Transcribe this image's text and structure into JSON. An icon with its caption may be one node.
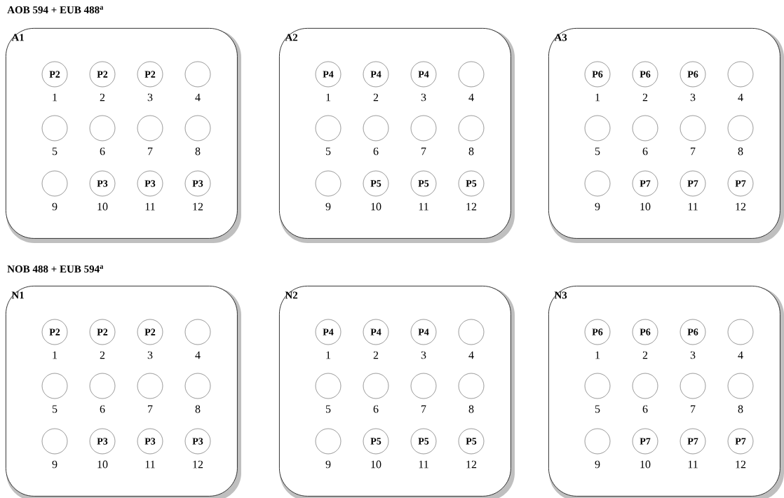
{
  "diagram": {
    "nodes": [
      {
        "text": [
          "A1"
        ]
      },
      {
        "text": [
          "P2"
        ],
        "in": 0,
        "beside": [
          "1"
        ]
      },
      {
        "text": [
          "P2"
        ],
        "in": 0,
        "beside": [
          "2"
        ]
      },
      {
        "text": [
          "P2"
        ],
        "in": 0,
        "beside": [
          "3"
        ]
      },
      {
        "text": [],
        "shape": "circle",
        "in": 0,
        "beside": [
          "4"
        ]
      },
      {
        "text": [],
        "shape": "circle",
        "in": 0,
        "beside": [
          "5"
        ]
      },
      {
        "text": [],
        "shape": "circle",
        "in": 0,
        "beside": [
          "6"
        ]
      },
      {
        "text": [],
        "shape": "circle",
        "in": 0,
        "beside": [
          "7"
        ]
      },
      {
        "text": [],
        "shape": "circle",
        "in": 0,
        "beside": [
          "8"
        ]
      },
      {
        "text": [],
        "shape": "circle",
        "in": 0,
        "beside": [
          "9"
        ]
      },
      {
        "text": [
          "P3"
        ],
        "in": 0,
        "beside": [
          "10"
        ]
      },
      {
        "text": [
          "P3"
        ],
        "in": 0,
        "beside": [
          "11"
        ]
      },
      {
        "text": [
          "P3"
        ],
        "in": 0,
        "beside": [
          "12"
        ]
      },
      {
        "text": [
          "A2"
        ]
      },
      {
        "text": [
          "P4"
        ],
        "in": 13,
        "beside": [
          "1"
        ]
      },
      {
        "text": [
          "P4"
        ],
        "in": 13,
        "beside": [
          "2"
        ]
      },
      {
        "text": [
          "P4"
        ],
        "in": 13,
        "beside": [
          "3"
        ]
      },
      {
        "text": [],
        "shape": "circle",
        "in": 13,
        "beside": [
          "4"
        ]
      },
      {
        "text": [],
        "shape": "circle",
        "in": 13,
        "beside": [
          "5"
        ]
      },
      {
        "text": [],
        "shape": "circle",
        "in": 13,
        "beside": [
          "6"
        ]
      },
      {
        "text": [],
        "shape": "circle",
        "in": 13,
        "beside": [
          "7"
        ]
      },
      {
        "text": [],
        "shape": "circle",
        "in": 13,
        "beside": [
          "8"
        ]
      },
      {
        "text": [],
        "shape": "circle",
        "in": 13,
        "beside": [
          "9"
        ]
      },
      {
        "text": [
          "P5"
        ],
        "in": 13,
        "beside": [
          "10"
        ]
      },
      {
        "text": [
          "P5"
        ],
        "in": 13,
        "beside": [
          "11"
        ]
      },
      {
        "text": [
          "P5"
        ],
        "in": 13,
        "beside": [
          "12"
        ]
      },
      {
        "text": [
          "A3"
        ]
      },
      {
        "text": [
          "P6"
        ],
        "in": 26,
        "beside": [
          "1"
        ]
      },
      {
        "text": [
          "P6"
        ],
        "in": 26,
        "beside": [
          "2"
        ]
      },
      {
        "text": [
          "P6"
        ],
        "in": 26,
        "beside": [
          "3"
        ]
      },
      {
        "text": [],
        "shape": "circle",
        "in": 26,
        "beside": [
          "4"
        ]
      },
      {
        "text": [],
        "shape": "circle",
        "in": 26,
        "beside": [
          "5"
        ]
      },
      {
        "text": [],
        "shape": "circle",
        "in": 26,
        "beside": [
          "6"
        ]
      },
      {
        "text": [],
        "shape": "circle",
        "in": 26,
        "beside": [
          "7"
        ]
      },
      {
        "text": [],
        "shape": "circle",
        "in": 26,
        "beside": [
          "8"
        ]
      },
      {
        "text": [],
        "shape": "circle",
        "in": 26,
        "beside": [
          "9"
        ]
      },
      {
        "text": [
          "P7"
        ],
        "in": 26,
        "beside": [
          "10"
        ]
      },
      {
        "text": [
          "P7"
        ],
        "in": 26,
        "beside": [
          "11"
        ]
      },
      {
        "text": [
          "P7"
        ],
        "in": 26,
        "beside": [
          "12"
        ]
      },
      {
        "text": [
          "N1"
        ]
      },
      {
        "text": [
          "P2"
        ],
        "in": 39,
        "beside": [
          "1"
        ]
      },
      {
        "text": [
          "P2"
        ],
        "in": 39,
        "beside": [
          "2"
        ]
      },
      {
        "text": [
          "P2"
        ],
        "in": 39,
        "beside": [
          "3"
        ]
      },
      {
        "text": [],
        "shape": "circle",
        "in": 39,
        "beside": [
          "4"
        ]
      },
      {
        "text": [],
        "shape": "circle",
        "in": 39,
        "beside": [
          "5"
        ]
      },
      {
        "text": [],
        "shape": "circle",
        "in": 39,
        "beside": [
          "6"
        ]
      },
      {
        "text": [],
        "shape": "circle",
        "in": 39,
        "beside": [
          "7"
        ]
      },
      {
        "text": [],
        "shape": "circle",
        "in": 39,
        "beside": [
          "8"
        ]
      },
      {
        "text": [],
        "shape": "circle",
        "in": 39,
        "beside": [
          "9"
        ]
      },
      {
        "text": [
          "P3"
        ],
        "in": 39,
        "beside": [
          "10"
        ]
      },
      {
        "text": [
          "P3"
        ],
        "in": 39,
        "beside": [
          "11"
        ]
      },
      {
        "text": [
          "P3"
        ],
        "in": 39,
        "beside": [
          "12"
        ]
      },
      {
        "text": [
          "N2"
        ]
      },
      {
        "text": [
          "P4"
        ],
        "in": 52,
        "beside": [
          "1"
        ]
      },
      {
        "text": [
          "P4"
        ],
        "in": 52,
        "beside": [
          "2"
        ]
      },
      {
        "text": [
          "P4"
        ],
        "in": 52,
        "beside": [
          "3"
        ]
      },
      {
        "text": [],
        "shape": "circle",
        "in": 52,
        "beside": [
          "4"
        ]
      },
      {
        "text": [],
        "shape": "circle",
        "in": 52,
        "beside": [
          "5"
        ]
      },
      {
        "text": [],
        "shape": "circle",
        "in": 52,
        "beside": [
          "6"
        ]
      },
      {
        "text": [],
        "shape": "circle",
        "in": 52,
        "beside": [
          "7"
        ]
      },
      {
        "text": [],
        "shape": "circle",
        "in": 52,
        "beside": [
          "8"
        ]
      },
      {
        "text": [],
        "shape": "circle",
        "in": 52,
        "beside": [
          "9"
        ]
      },
      {
        "text": [
          "P5"
        ],
        "in": 52,
        "beside": [
          "10"
        ]
      },
      {
        "text": [
          "P5"
        ],
        "in": 52,
        "beside": [
          "11"
        ]
      },
      {
        "text": [
          "P5"
        ],
        "in": 52,
        "beside": [
          "12"
        ]
      },
      {
        "text": [
          "N3"
        ]
      },
      {
        "text": [
          "P6"
        ],
        "in": 65,
        "beside": [
          "1"
        ]
      },
      {
        "text": [
          "P6"
        ],
        "in": 65,
        "beside": [
          "2"
        ]
      },
      {
        "text": [
          "P6"
        ],
        "in": 65,
        "beside": [
          "3"
        ]
      },
      {
        "text": [],
        "shape": "circle",
        "in": 65,
        "beside": [
          "4"
        ]
      },
      {
        "text": [],
        "shape": "circle",
        "in": 65,
        "beside": [
          "5"
        ]
      },
      {
        "text": [],
        "shape": "circle",
        "in": 65,
        "beside": [
          "6"
        ]
      },
      {
        "text": [],
        "shape": "circle",
        "in": 65,
        "beside": [
          "7"
        ]
      },
      {
        "text": [],
        "shape": "circle",
        "in": 65,
        "beside": [
          "8"
        ]
      },
      {
        "text": [],
        "shape": "circle",
        "in": 65,
        "beside": [
          "9"
        ]
      },
      {
        "text": [
          "P7"
        ],
        "in": 65,
        "beside": [
          "10"
        ]
      },
      {
        "text": [
          "P7"
        ],
        "in": 65,
        "beside": [
          "11"
        ]
      },
      {
        "text": [
          "P7"
        ],
        "in": 65,
        "beside": [
          "12"
        ]
      }
    ],
    "labels": [
      "AOB 594 + EUB 488$^{a}$",
      "NOB 488 + EUB 594$^{a}$"
    ]
  }
}
